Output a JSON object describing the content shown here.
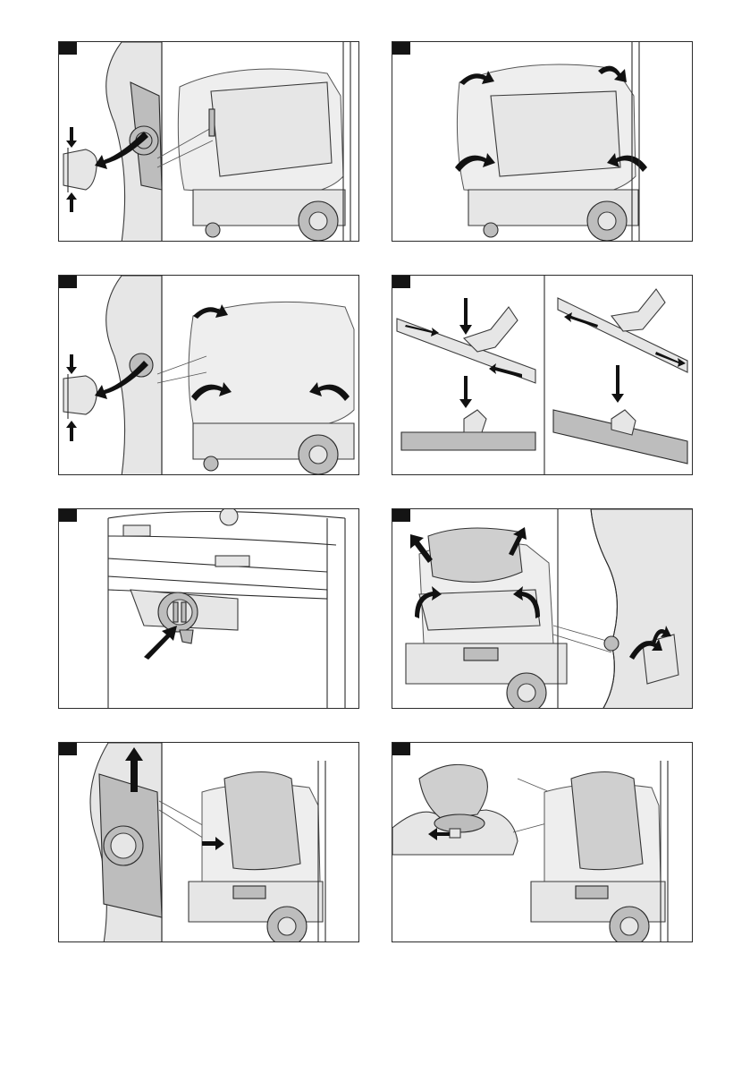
{
  "page": {
    "panels": [
      {
        "id": "panel-1"
      },
      {
        "id": "panel-2"
      },
      {
        "id": "panel-3"
      },
      {
        "id": "panel-4"
      },
      {
        "id": "panel-5"
      },
      {
        "id": "panel-6"
      },
      {
        "id": "panel-7"
      },
      {
        "id": "panel-8"
      }
    ]
  },
  "colors": {
    "label_tag": "#141414",
    "frame": "#2b2b2b",
    "shade": "#bdbdbd",
    "light": "#e6e6e6"
  }
}
